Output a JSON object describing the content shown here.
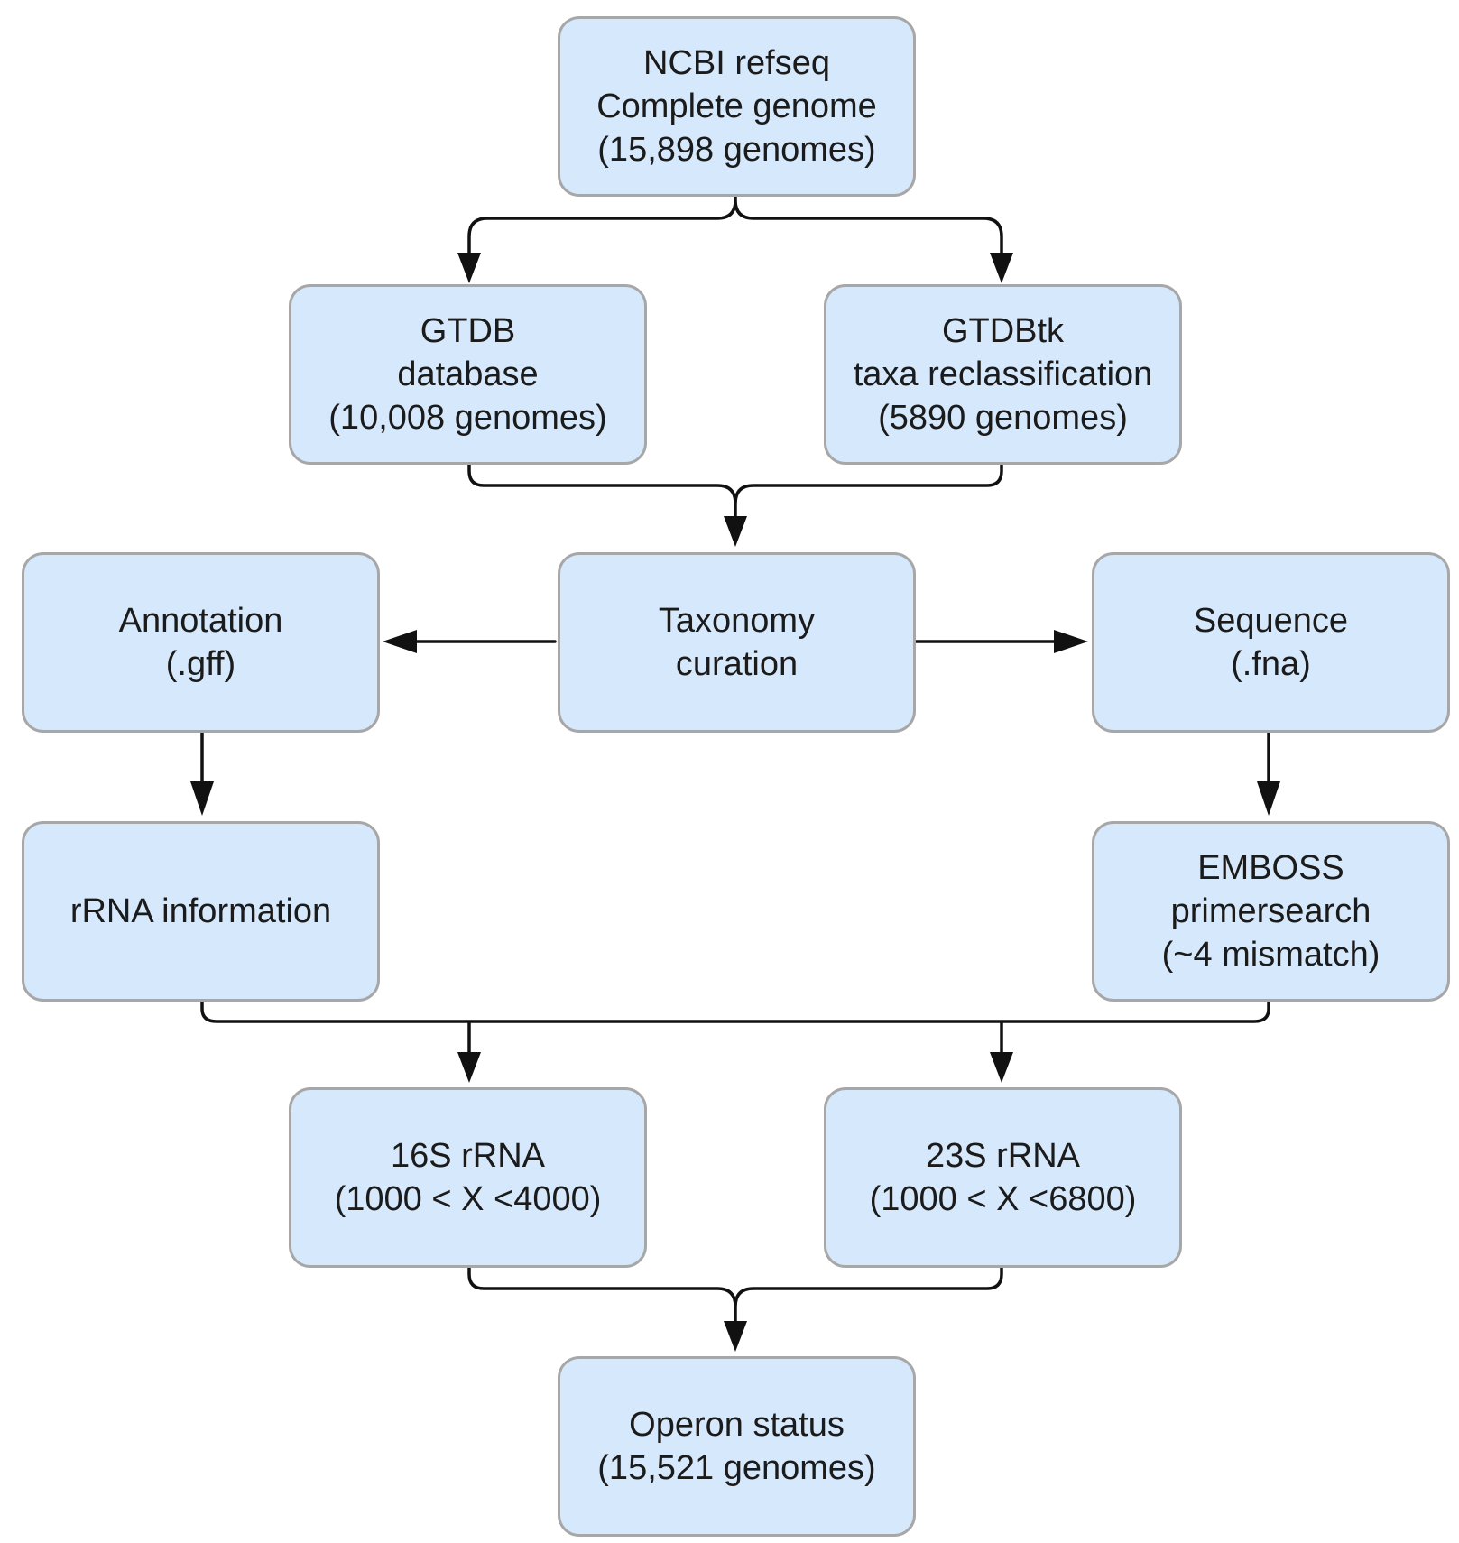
{
  "nodes": {
    "ncbi": {
      "lines": [
        "NCBI refseq",
        "Complete genome",
        "(15,898 genomes)"
      ]
    },
    "gtdb": {
      "lines": [
        "GTDB",
        "database",
        "(10,008 genomes)"
      ]
    },
    "gtdbtk": {
      "lines": [
        "GTDBtk",
        "taxa reclassification",
        "(5890 genomes)"
      ]
    },
    "taxonomy": {
      "lines": [
        "Taxonomy",
        "curation"
      ]
    },
    "annotation": {
      "lines": [
        "Annotation",
        "(.gff)"
      ]
    },
    "sequence": {
      "lines": [
        "Sequence",
        "(.fna)"
      ]
    },
    "rrna_info": {
      "lines": [
        "rRNA information"
      ]
    },
    "emboss": {
      "lines": [
        "EMBOSS",
        "primersearch",
        "(~4 mismatch)"
      ]
    },
    "rrna16s": {
      "lines": [
        "16S rRNA",
        "(1000 < X <4000)"
      ]
    },
    "rrna23s": {
      "lines": [
        "23S rRNA",
        "(1000 < X <6800)"
      ]
    },
    "operon": {
      "lines": [
        "Operon status",
        "(15,521 genomes)"
      ]
    }
  },
  "colors": {
    "node_fill": "#d6e8fb",
    "node_border": "#a7a7a7",
    "connector": "#111111"
  }
}
